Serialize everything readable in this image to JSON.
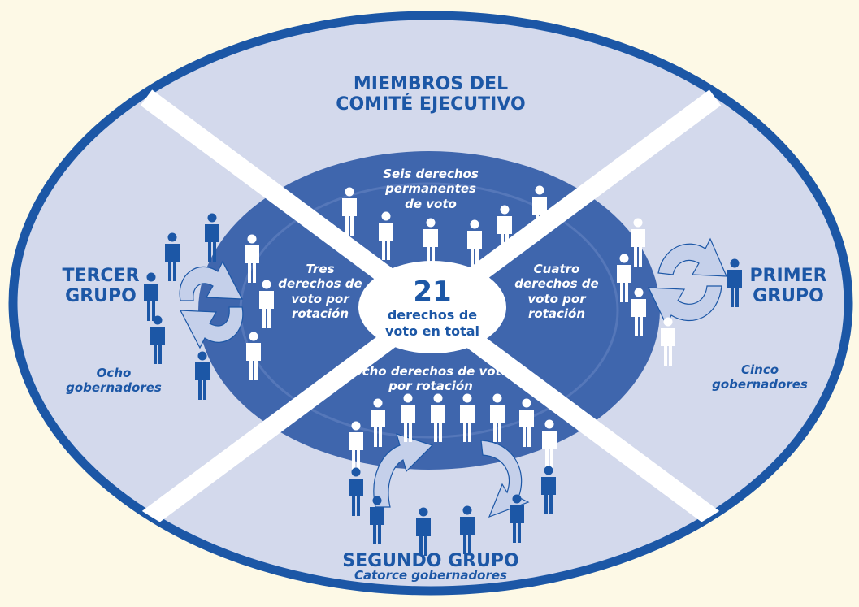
{
  "title": "MIEMBROS DEL\nCOMITÉ EJECUTIVO",
  "center": {
    "number": "21",
    "text": "derechos de\nvoto en total"
  },
  "segments": {
    "permanent": "Seis derechos\npermanentes\nde voto",
    "first": "Cuatro\nderechos de\nvoto por\nrotación",
    "second": "Ocho  derechos de voto\npor rotación",
    "third": "Tres\nderechos de\nvoto por\nrotación"
  },
  "groups": {
    "first": {
      "label": "PRIMER\nGRUPO",
      "count": "Cinco\ngobernadores",
      "members": 5
    },
    "second": {
      "label": "SEGUNDO GRUPO",
      "count": "Catorce gobernadores",
      "members": 14
    },
    "third": {
      "label": "TERCER\nGRUPO",
      "count": "Ocho\ngobernadores",
      "members": 8
    }
  },
  "seats": {
    "permanent": 6,
    "first": 4,
    "second": 8,
    "third": 3
  },
  "colors": {
    "background": "#fdf9e6",
    "outer_ring": "#d3d9ec",
    "inner_ring": "#3f66ad",
    "ring_border": "#1c57a6",
    "person_white": "#ffffff",
    "person_blue": "#1c57a6",
    "arrow": "#c5d0ea"
  }
}
